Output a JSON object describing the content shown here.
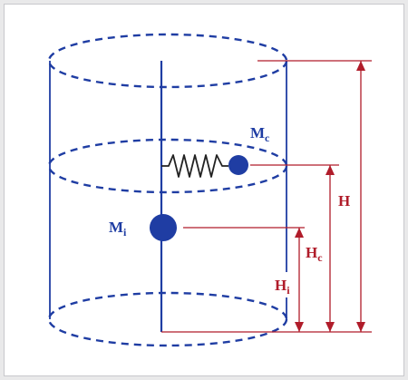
{
  "colors": {
    "tank": "#1f3da3",
    "mass": "#1f3da3",
    "mass_label": "#1f3da3",
    "dimension": "#b01c2a",
    "dimension_label": "#b01c2a",
    "background": "#ffffff"
  },
  "labels": {
    "convective_mass": {
      "base": "M",
      "sub": "c"
    },
    "impulsive_mass": {
      "base": "M",
      "sub": "i"
    },
    "total_height": "H",
    "convective_height": {
      "base": "H",
      "sub": "c"
    },
    "impulsive_height": {
      "base": "H",
      "sub": "i"
    }
  }
}
